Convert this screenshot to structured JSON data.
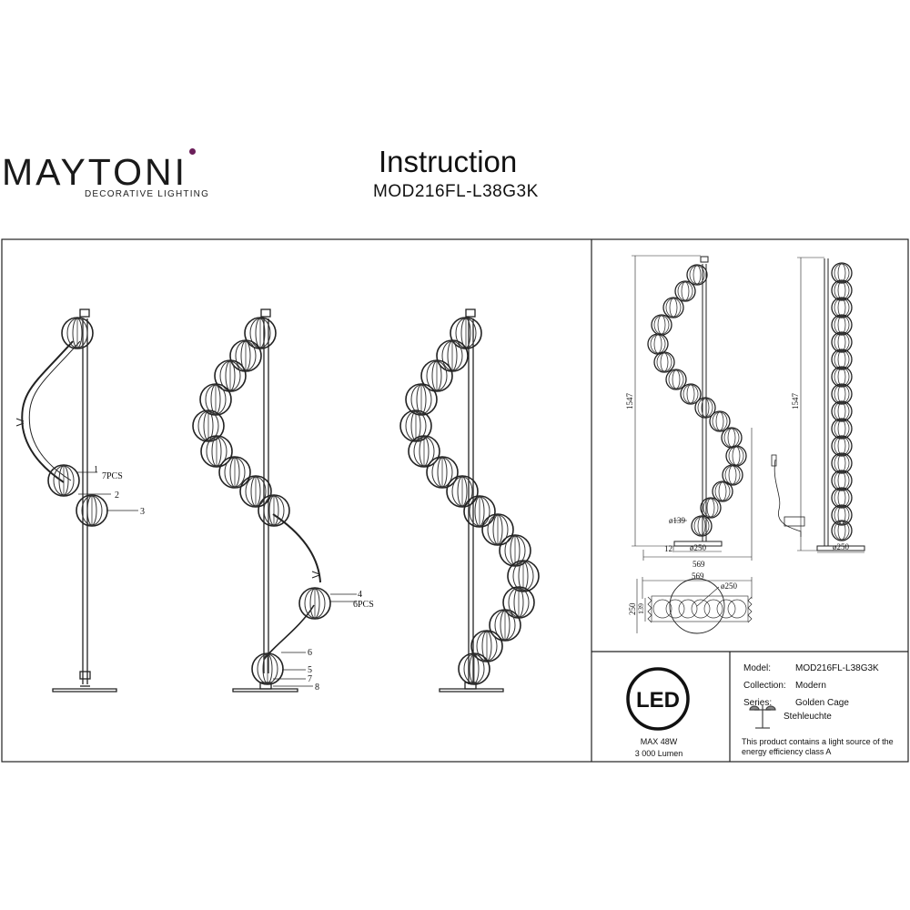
{
  "brand": {
    "name": "MAYTONI",
    "tagline": "DECORATIVE LIGHTING"
  },
  "header": {
    "title": "Instruction",
    "model_code": "MOD216FL-L38G3K"
  },
  "assembly": {
    "callouts": [
      "1",
      "7PCS",
      "2",
      "3",
      "4",
      "6PCS",
      "6",
      "5",
      "7",
      "8"
    ]
  },
  "dimensions": {
    "height": "1547",
    "height_side": "1547",
    "sphere_dia": "ø139",
    "base_height": "12",
    "base_dia": "ø250",
    "base_dia_side": "ø250",
    "width": "569",
    "top_width": "569",
    "top_base_dia": "ø250",
    "top_depth": "250",
    "top_sphere": "139"
  },
  "badge": {
    "label": "LED",
    "power": "MAX 48W",
    "lumen": "3 000 Lumen"
  },
  "specs": {
    "model_label": "Model:",
    "model_value": "MOD216FL-L38G3K",
    "collection_label": "Collection:",
    "collection_value": "Modern",
    "series_label": "Series:",
    "series_value": "Golden Cage",
    "type_value": "Stehleuchte",
    "energy_note_1": "This product contains a light source of the",
    "energy_note_2": "energy efficiency class A"
  },
  "colors": {
    "ink": "#111111",
    "brand_dot": "#6b1f5a"
  }
}
